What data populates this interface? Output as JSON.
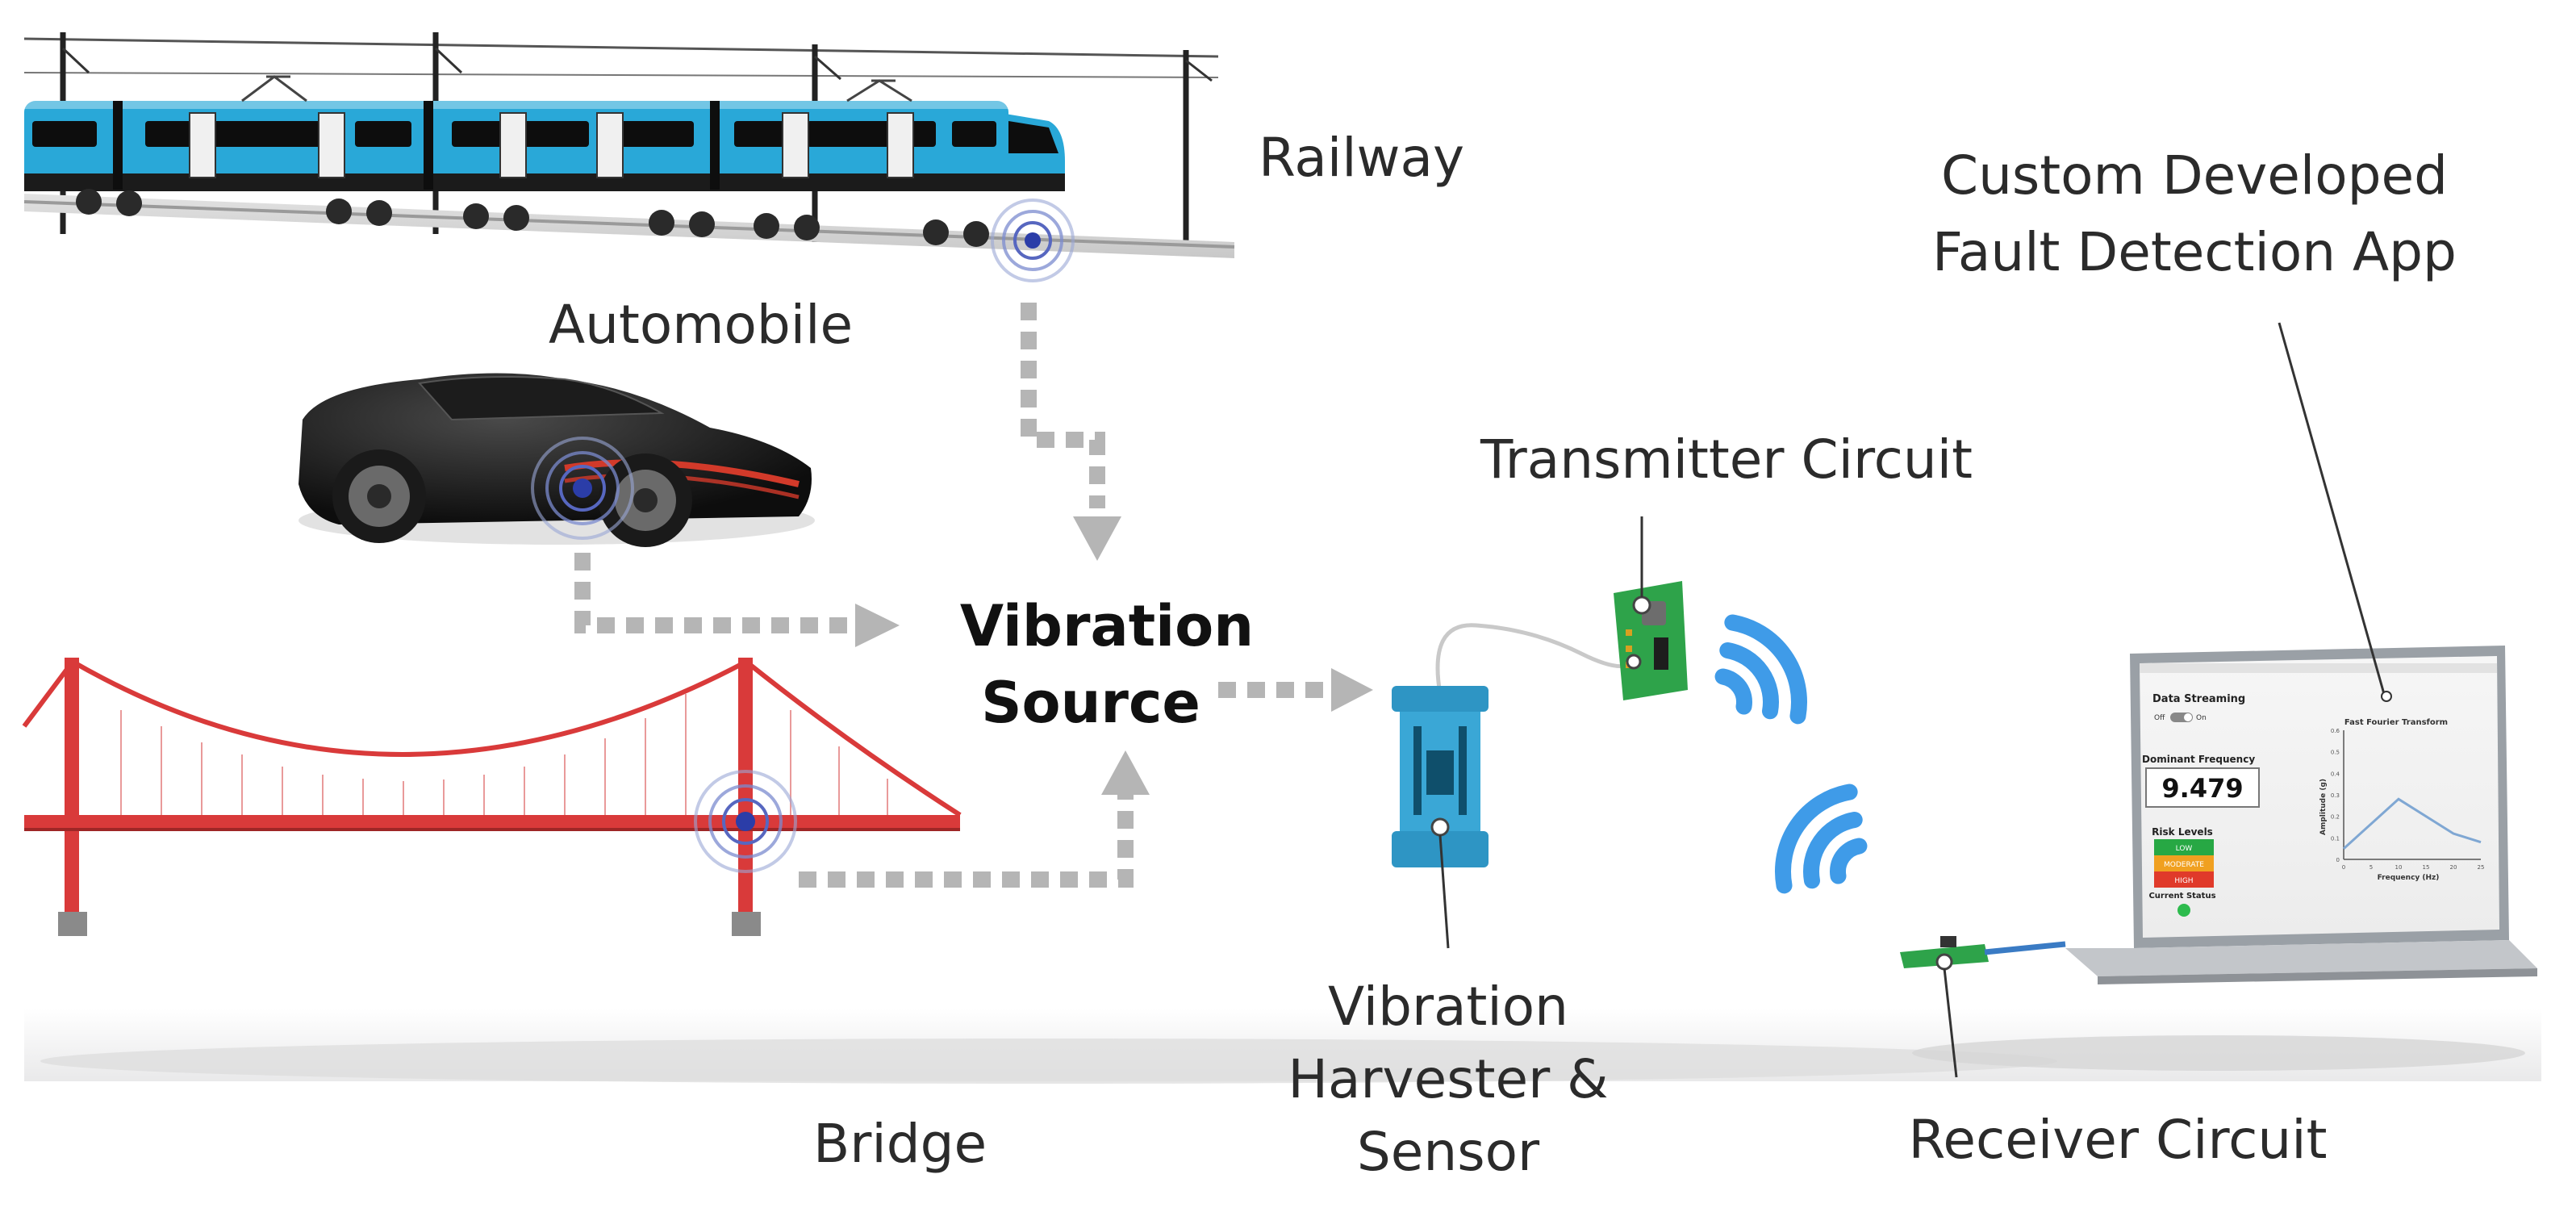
{
  "labels": {
    "railway": "Railway",
    "automobile": "Automobile",
    "bridge": "Bridge",
    "vibration_source_line1": "Vibration",
    "vibration_source_line2": "Source",
    "transmitter": "Transmitter Circuit",
    "harvester_line1": "Vibration",
    "harvester_line2": "Harvester &",
    "harvester_line3": "Sensor",
    "receiver": "Receiver Circuit",
    "app_line1": "Custom Developed",
    "app_line2": "Fault Detection App"
  },
  "app": {
    "data_streaming": "Data Streaming",
    "toggle_off": "Off",
    "toggle_on": "On",
    "dominant_frequency_label": "Dominant Frequency",
    "dominant_frequency_value": "9.479",
    "risk_levels_label": "Risk Levels",
    "risk_low": "LOW",
    "risk_moderate": "MODERATE",
    "risk_high": "HIGH",
    "current_status_label": "Current Status",
    "chart_title": "Fast Fourier Transform",
    "x_axis_label": "Frequency (Hz)",
    "y_axis_label": "Amplitude (g)",
    "x_ticks": [
      "0",
      "5",
      "10",
      "15",
      "20",
      "25"
    ],
    "y_ticks": [
      "0",
      "0.1",
      "0.2",
      "0.3",
      "0.4",
      "0.5",
      "0.6"
    ]
  },
  "colors": {
    "train_body": "#29a8d8",
    "bridge": "#d93a3a",
    "arrow": "#b5b5b5",
    "wifi": "#3f9be8",
    "pcb": "#2ea34a",
    "harvester": "#3aa7d6",
    "risk_low": "#27a844",
    "risk_moderate": "#f0a020",
    "risk_high": "#e03a2a",
    "status_ok": "#2dbb4d"
  },
  "chart_data": {
    "type": "line",
    "title": "Fast Fourier Transform",
    "xlabel": "Frequency (Hz)",
    "ylabel": "Amplitude (g)",
    "x": [
      0,
      10,
      20,
      25
    ],
    "values": [
      0.05,
      0.28,
      0.12,
      0.08
    ],
    "xlim": [
      0,
      25
    ],
    "ylim": [
      0,
      0.6
    ]
  }
}
